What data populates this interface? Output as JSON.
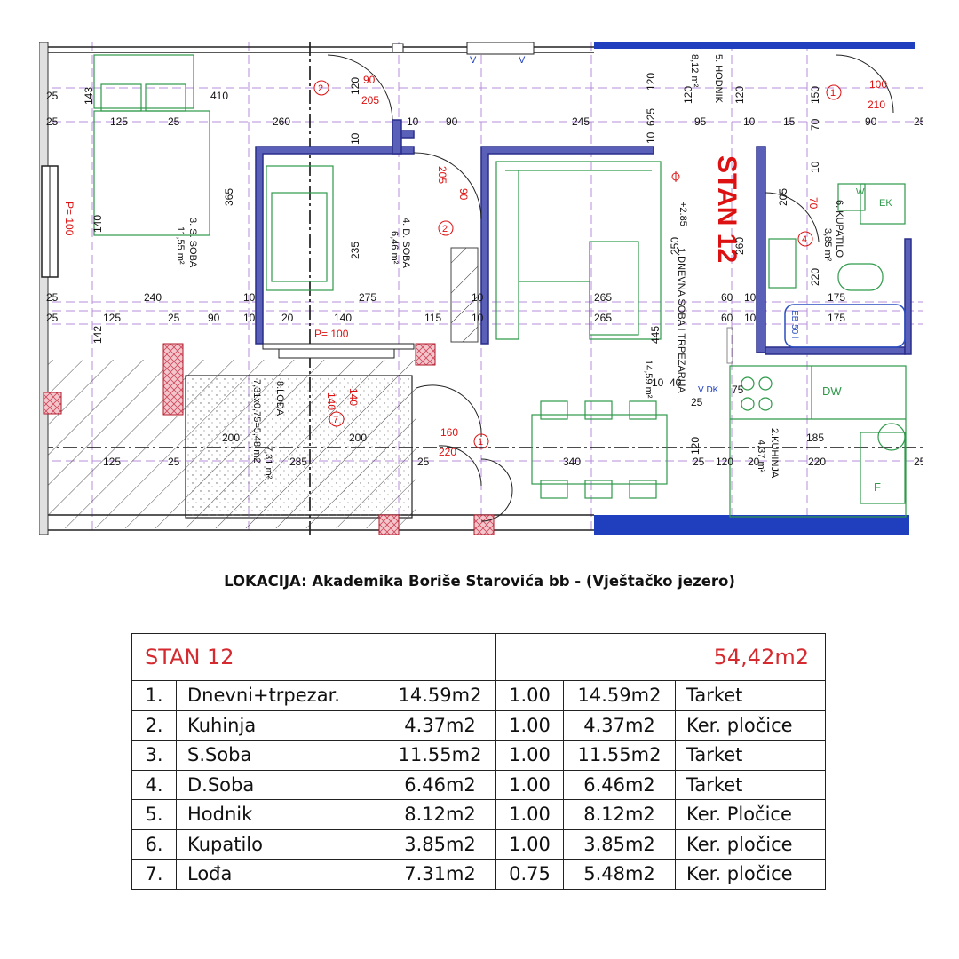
{
  "plan": {
    "title": "STAN 12",
    "level": "+2.85",
    "rooms": [
      {
        "label": "1.DNEVNA SOBA I TRPEZARIJA",
        "area": "14,59 m²"
      },
      {
        "label": "2.KUHINJA",
        "area": "4,37 m²"
      },
      {
        "label": "3. S. SOBA",
        "area": "11,55 m²"
      },
      {
        "label": "4. D. SOBA",
        "area": "6,46 m²"
      },
      {
        "label": "5. HODNIK",
        "area": "8,12 m²"
      },
      {
        "label": "6. KUPATILO",
        "area": "3,85 m²"
      },
      {
        "label": "8.LOĐA",
        "area": "7,31 m²",
        "calc": "7,31x0,75=5,48 m2"
      }
    ],
    "window_marks": [
      "P= 100",
      "P= 100"
    ],
    "door_marks": [
      "1",
      "2",
      "2",
      "4",
      "7",
      "1"
    ],
    "fixtures": {
      "dishwasher": "DW",
      "fridge": "F",
      "boiler": "EK",
      "wm": "W",
      "eb": "EB 50 l",
      "vent": "V",
      "vent_dk": "V DK"
    },
    "dims": {
      "d25": "25",
      "d10": "10",
      "d15": "15",
      "d20": "20",
      "d40": "40",
      "d60": "60",
      "d70": "70",
      "d75": "75",
      "d90": "90",
      "d95": "95",
      "d100": "100",
      "d115": "115",
      "d120": "120",
      "d125": "125",
      "d140": "140",
      "d142": "142",
      "d143": "143",
      "d150": "150",
      "d160": "160",
      "d175": "175",
      "d185": "185",
      "d200": "200",
      "d205": "205",
      "d210": "210",
      "d220": "220",
      "d235": "235",
      "d240": "240",
      "d245": "245",
      "d250": "250",
      "d260": "260",
      "d265": "265",
      "d275": "275",
      "d285": "285",
      "d340": "340",
      "d365": "365",
      "d410": "410",
      "d445": "445",
      "d625": "625"
    }
  },
  "location": "LOKACIJA: Akademika Boriše Starovića bb - (Vještačko jezero)",
  "table": {
    "title": "STAN 12",
    "total": "54,42m2",
    "rows": [
      {
        "no": "1.",
        "name": "Dnevni+trpezar.",
        "area": "14.59m2",
        "coef": "1.00",
        "reduced": "14.59m2",
        "floor": "Tarket"
      },
      {
        "no": "2.",
        "name": "Kuhinja",
        "area": "4.37m2",
        "coef": "1.00",
        "reduced": "4.37m2",
        "floor": "Ker. pločice"
      },
      {
        "no": "3.",
        "name": "S.Soba",
        "area": "11.55m2",
        "coef": "1.00",
        "reduced": "11.55m2",
        "floor": "Tarket"
      },
      {
        "no": "4.",
        "name": "D.Soba",
        "area": "6.46m2",
        "coef": "1.00",
        "reduced": "6.46m2",
        "floor": "Tarket"
      },
      {
        "no": "5.",
        "name": "Hodnik",
        "area": "8.12m2",
        "coef": "1.00",
        "reduced": "8.12m2",
        "floor": "Ker. Pločice"
      },
      {
        "no": "6.",
        "name": "Kupatilo",
        "area": "3.85m2",
        "coef": "1.00",
        "reduced": "3.85m2",
        "floor": "Ker. pločice"
      },
      {
        "no": "7.",
        "name": "Lođa",
        "area": "7.31m2",
        "coef": "0.75",
        "reduced": "5.48m2",
        "floor": "Ker. pločice"
      }
    ]
  },
  "colors": {
    "wall": "#2b2e8c",
    "accent": "#d11a1a",
    "blue_bar": "#1f3fbf",
    "hatch": "#e06b78",
    "furniture": "#2e9a4a",
    "grid": "#9a5ccc"
  }
}
